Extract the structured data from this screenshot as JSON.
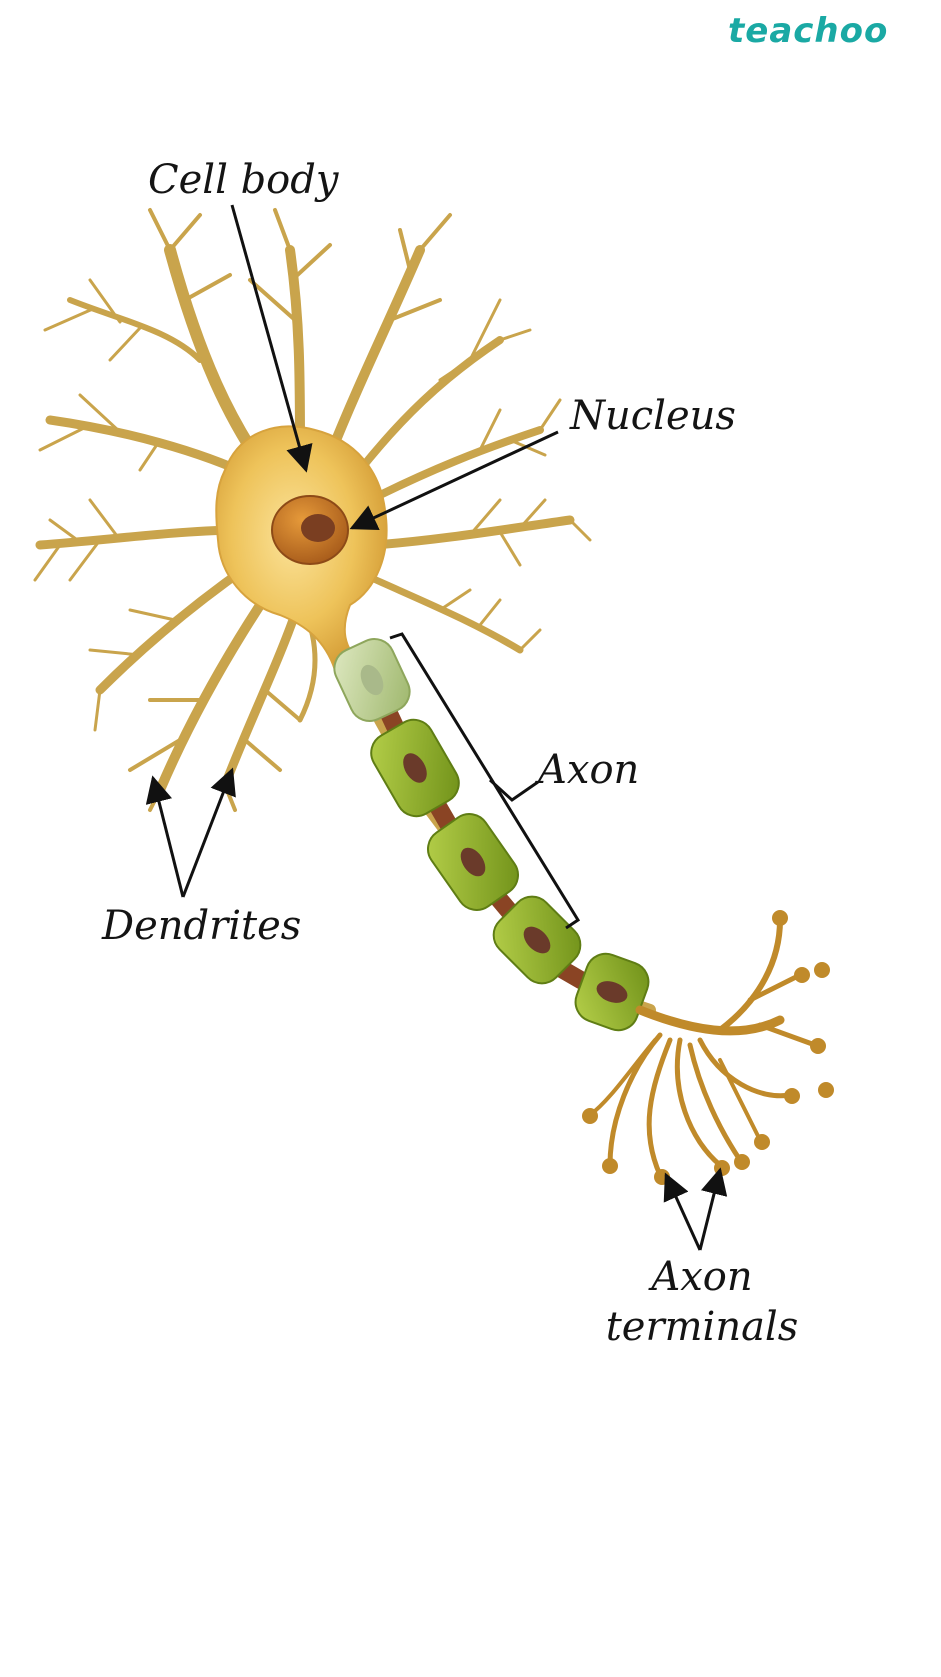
{
  "brand": {
    "name": "teachoo",
    "color": "#1aa9a4"
  },
  "labels": {
    "cell_body": "Cell body",
    "nucleus": "Nucleus",
    "axon": "Axon",
    "dendrites": "Dendrites",
    "axon_terminals_line1": "Axon",
    "axon_terminals_line2": "terminals"
  },
  "colors": {
    "soma": "#e9b94a",
    "dendrite": "#c9a44c",
    "nucleus": "#c0701f",
    "nucleolus": "#7a3e21",
    "myelin": "#8fb02a",
    "node": "#8a4424",
    "terminal": "#c08a2a",
    "arrow": "#111111"
  }
}
